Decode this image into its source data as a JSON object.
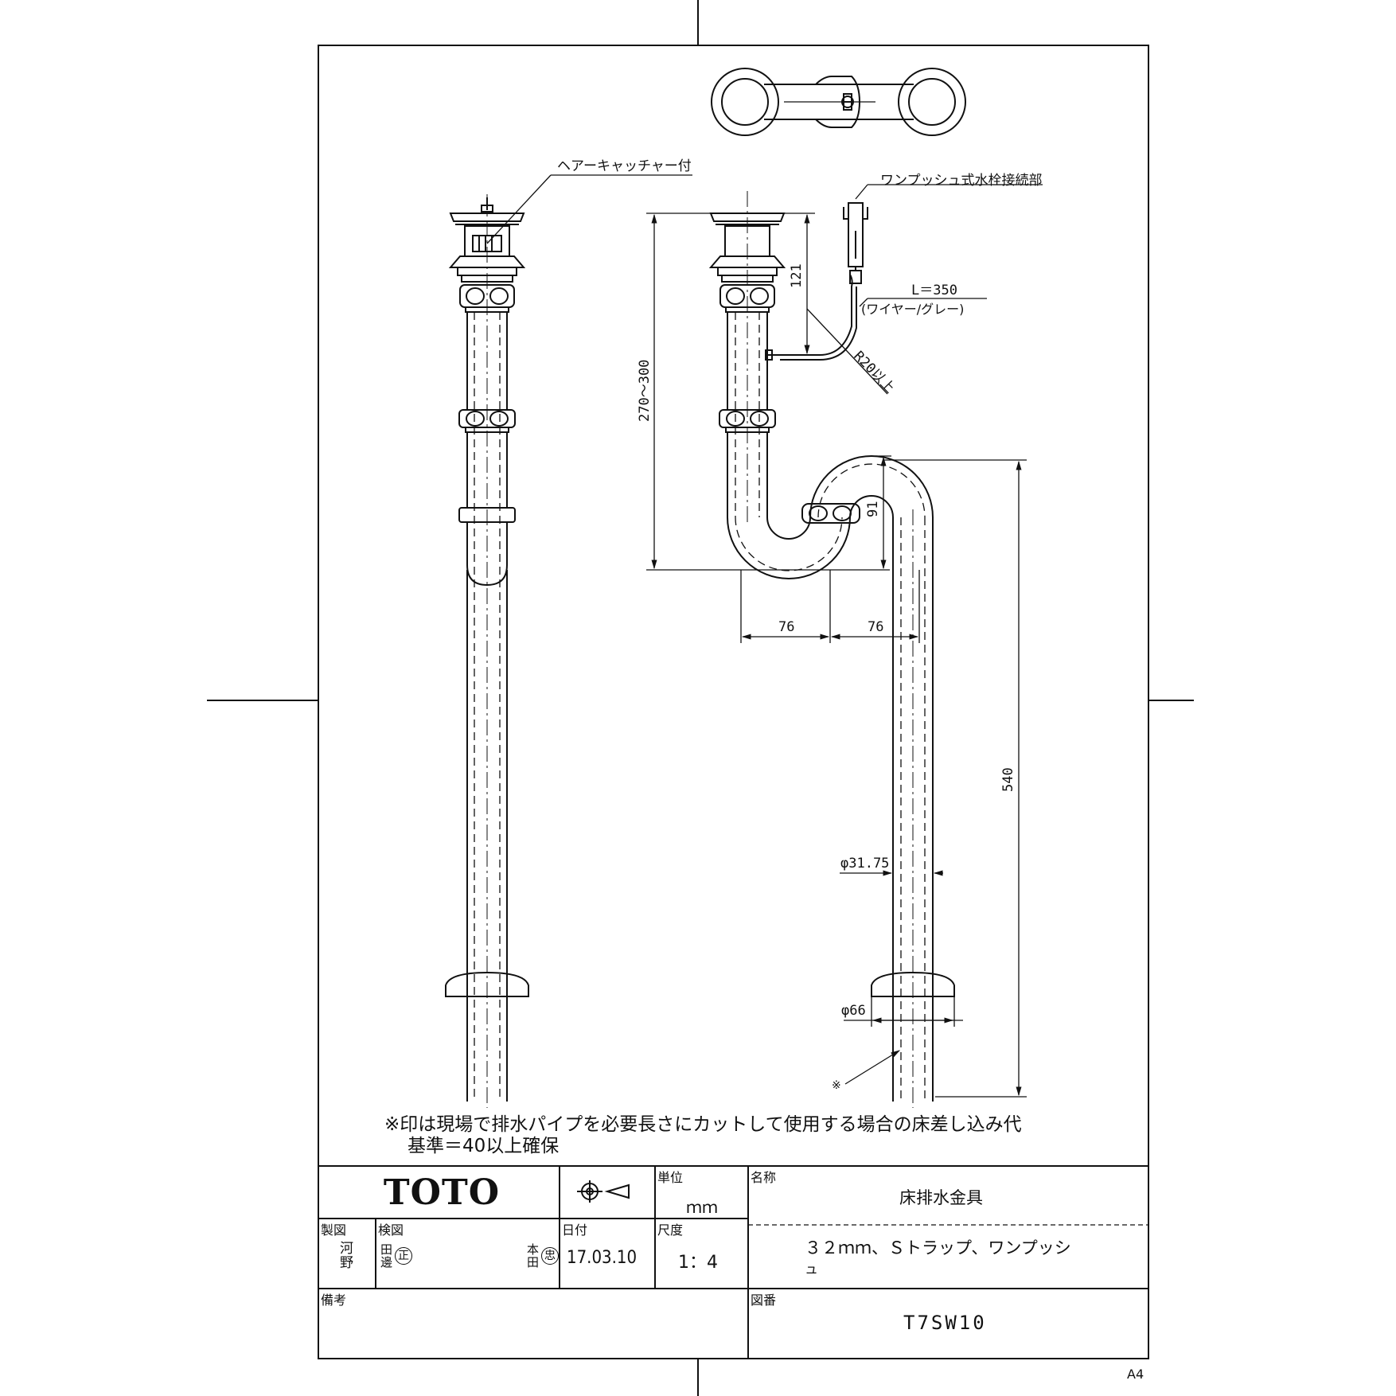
{
  "labels": {
    "hair_catcher": "ヘアーキャッチャー付",
    "one_push_connection": "ワンプッシュ式水栓接続部",
    "wire_length": "L＝350",
    "wire_desc": "(ワイヤー/グレー)",
    "bend_radius": "R20以上"
  },
  "dims": {
    "d121": "121",
    "d270_300": "270～300",
    "d91": "91",
    "d76_left": "76",
    "d76_right": "76",
    "d540": "540",
    "phi3175": "φ31.75",
    "phi66": "φ66",
    "kome": "※"
  },
  "note": {
    "line1": "※印は現場で排水パイプを必要長さにカットして使用する場合の床差し込み代",
    "line2": "基準＝40以上確保"
  },
  "title_block": {
    "brand": "TOTO",
    "unit_label": "単位",
    "unit_value": "ｍｍ",
    "name_label": "名称",
    "name_value": "床排水金具",
    "drawn_label": "製図",
    "drawn_value": "河野",
    "checked_label": "検図",
    "stamp1": "田邊",
    "stamp1_given": "正",
    "stamp2": "本田",
    "stamp2_given": "忠",
    "date_label": "日付",
    "date_value": "17.03.10",
    "scale_label": "尺度",
    "scale_value": "1：4",
    "description_line1": "３２ｍｍ、Ｓトラップ、ワンプッシ",
    "description_line2": "ュ",
    "remarks_label": "備考",
    "drawing_no_label": "図番",
    "drawing_no_value": "T7SW10"
  },
  "paper_size": "A4"
}
